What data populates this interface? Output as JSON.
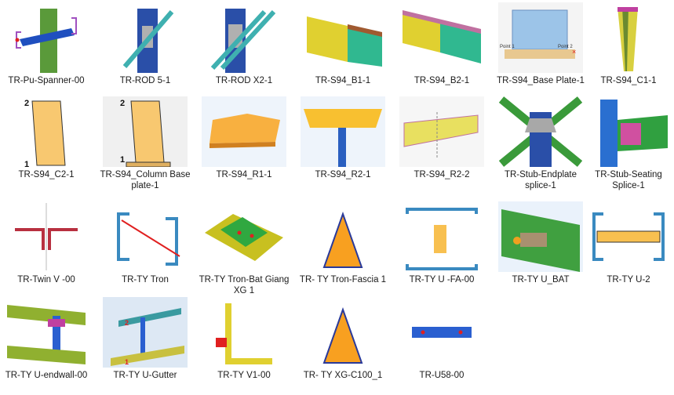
{
  "items": [
    {
      "label": "TR-Pu-Spanner-00",
      "icon": "pu-spanner-icon"
    },
    {
      "label": "TR-ROD 5-1",
      "icon": "rod-icon"
    },
    {
      "label": "TR-ROD X2-1",
      "icon": "rod-x2-icon"
    },
    {
      "label": "TR-S94_B1-1",
      "icon": "beam-b1-icon"
    },
    {
      "label": "TR-S94_B2-1",
      "icon": "beam-b2-icon"
    },
    {
      "label": "TR-S94_Base Plate-1",
      "icon": "base-plate-icon"
    },
    {
      "label": "TR-S94_C1-1",
      "icon": "column-c1-icon"
    },
    {
      "label": "TR-S94_C2-1",
      "icon": "column-c2-icon"
    },
    {
      "label": "TR-S94_Column Base plate-1",
      "icon": "column-base-plate-icon"
    },
    {
      "label": "TR-S94_R1-1",
      "icon": "rafter-r1-icon"
    },
    {
      "label": "TR-S94_R2-1",
      "icon": "rafter-r2-icon"
    },
    {
      "label": "TR-S94_R2-2",
      "icon": "rafter-r2-2-icon"
    },
    {
      "label": "TR-Stub-Endplate splice-1",
      "icon": "stub-endplate-icon"
    },
    {
      "label": "TR-Stub-Seating Splice-1",
      "icon": "stub-seating-icon"
    },
    {
      "label": "TR-Twin V -00",
      "icon": "twin-v-icon"
    },
    {
      "label": "TR-TY Tron",
      "icon": "ty-tron-icon"
    },
    {
      "label": "TR-TY Tron-Bat Giang XG 1",
      "icon": "ty-tron-bat-icon"
    },
    {
      "label": "TR- TY Tron-Fascia 1",
      "icon": "tron-fascia-icon"
    },
    {
      "label": "TR-TY U -FA-00",
      "icon": "ty-u-fa-icon"
    },
    {
      "label": "TR-TY U_BAT",
      "icon": "ty-u-bat-icon"
    },
    {
      "label": "TR-TY U-2",
      "icon": "ty-u-2-icon"
    },
    {
      "label": "TR-TY U-endwall-00",
      "icon": "ty-u-endwall-icon"
    },
    {
      "label": "TR-TY U-Gutter",
      "icon": "ty-u-gutter-icon"
    },
    {
      "label": "TR-TY V1-00",
      "icon": "ty-v1-icon"
    },
    {
      "label": "TR- TY XG-C100_1",
      "icon": "xg-c100-icon"
    },
    {
      "label": "TR-U58-00",
      "icon": "u58-icon"
    }
  ],
  "point_labels": {
    "one": "1",
    "two": "2",
    "point1": "Point 1",
    "point2": "Point 2"
  }
}
